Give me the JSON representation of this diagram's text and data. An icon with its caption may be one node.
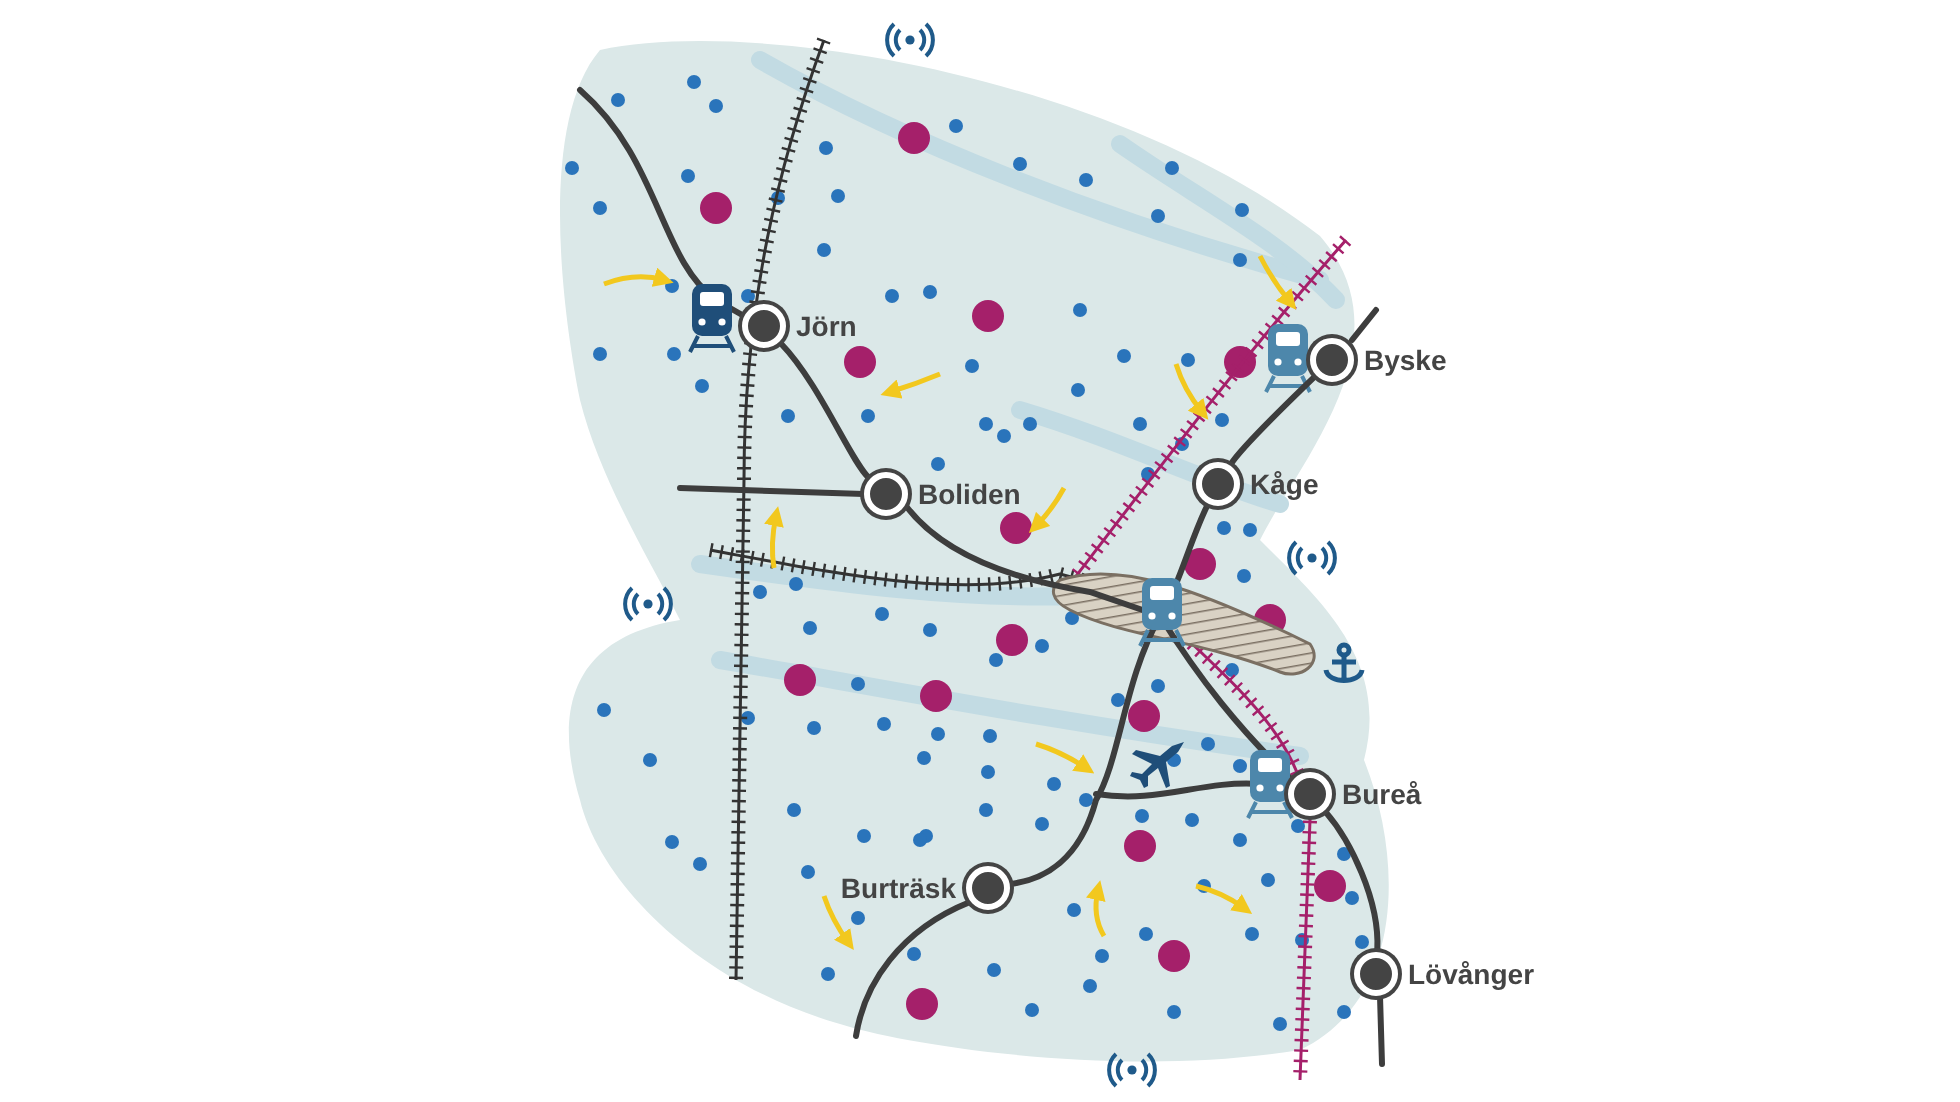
{
  "diagram": {
    "nodes": [
      {
        "text": [
          "Jörn"
        ]
      },
      {
        "text": [
          "Byske"
        ]
      },
      {
        "text": [
          "Boliden"
        ]
      },
      {
        "text": [
          "Kåge"
        ]
      },
      {
        "text": [
          "Bureå"
        ]
      },
      {
        "text": [
          "Burträsk"
        ]
      },
      {
        "text": [
          "Lövånger"
        ]
      }
    ],
    "edges": [
      {
        "from": 0,
        "to": 2,
        "arrow": "none"
      },
      {
        "from": 1,
        "to": 3,
        "arrow": "none"
      },
      {
        "from": 4,
        "to": 6,
        "arrow": "none"
      }
    ]
  }
}
